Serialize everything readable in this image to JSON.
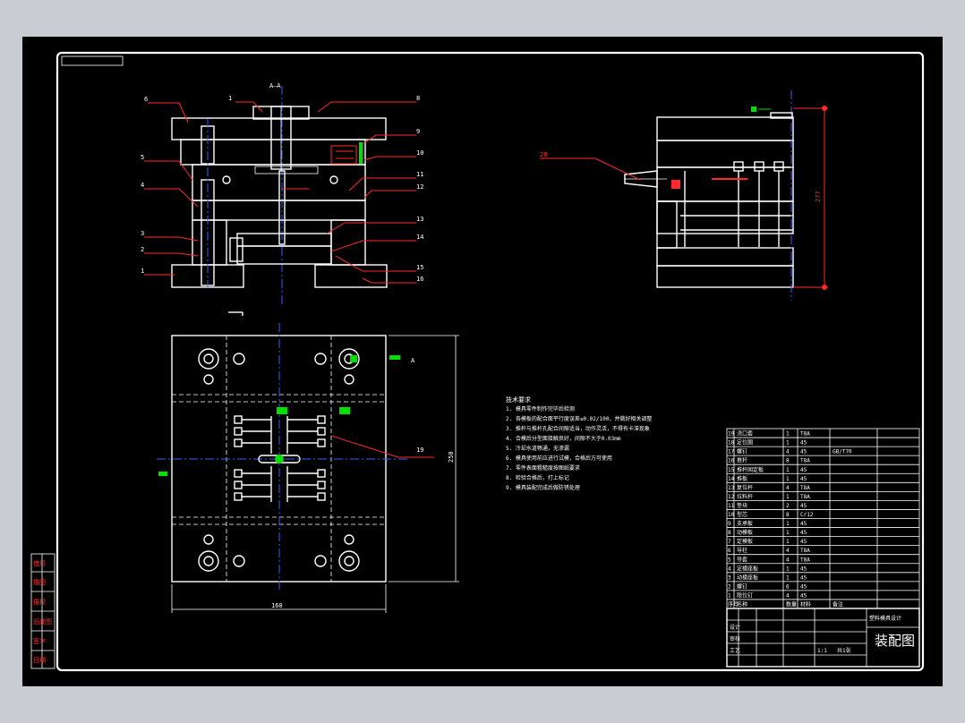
{
  "drawing": {
    "title_text": "装配图",
    "sheet_label": "塑料模具设计",
    "dims": {
      "width": "160",
      "height": "250",
      "right_height": "277"
    },
    "sections": {
      "top": "A—A",
      "plan": "A"
    },
    "hatch_color": "#ffffff",
    "accent_red": "#ff2a2a",
    "accent_green": "#00e000",
    "axis_blue": "#3a5cff"
  },
  "callouts_left": [
    "6",
    "5",
    "4",
    "3",
    "2",
    "1"
  ],
  "callouts_right": [
    "8",
    "9",
    "10",
    "11",
    "12",
    "13",
    "14",
    "15",
    "16"
  ],
  "callout_top": "1",
  "callout_feed": "28",
  "callout_plan": "19",
  "tech": {
    "heading": "技术要求",
    "lines": [
      "1. 模具零件制作完毕后检测",
      "2. 各模板的配合面平行度误差≤0.02/100，并做好相关调整",
      "3. 推杆与推杆孔配合间隙适当，动作灵活，不得有卡滞现象",
      "4. 合模后分型面接触良好，间隙不大于0.03mm",
      "5. 冷却水道畅通，无渗漏",
      "6. 模具使用前应进行试模，合格后方可使用",
      "7. 零件表面粗糙度按图纸要求",
      "8. 检验合格后，打上标记",
      "9. 模具装配完成后做防锈处理"
    ]
  },
  "bom": {
    "rows": [
      {
        "no": "19",
        "name": "浇口套",
        "qty": "1",
        "mat": "T8A",
        "note": ""
      },
      {
        "no": "18",
        "name": "定位圈",
        "qty": "1",
        "mat": "45",
        "note": ""
      },
      {
        "no": "17",
        "name": "螺钉",
        "qty": "4",
        "mat": "45",
        "note": "GB/T70"
      },
      {
        "no": "16",
        "name": "推杆",
        "qty": "8",
        "mat": "T8A",
        "note": ""
      },
      {
        "no": "15",
        "name": "推杆固定板",
        "qty": "1",
        "mat": "45",
        "note": ""
      },
      {
        "no": "14",
        "name": "推板",
        "qty": "1",
        "mat": "45",
        "note": ""
      },
      {
        "no": "13",
        "name": "复位杆",
        "qty": "4",
        "mat": "T8A",
        "note": ""
      },
      {
        "no": "12",
        "name": "拉料杆",
        "qty": "1",
        "mat": "T8A",
        "note": ""
      },
      {
        "no": "11",
        "name": "垫块",
        "qty": "2",
        "mat": "45",
        "note": ""
      },
      {
        "no": "10",
        "name": "型芯",
        "qty": "8",
        "mat": "Cr12",
        "note": ""
      },
      {
        "no": "9",
        "name": "支承板",
        "qty": "1",
        "mat": "45",
        "note": ""
      },
      {
        "no": "8",
        "name": "动模板",
        "qty": "1",
        "mat": "45",
        "note": ""
      },
      {
        "no": "7",
        "name": "定模板",
        "qty": "1",
        "mat": "45",
        "note": ""
      },
      {
        "no": "6",
        "name": "导柱",
        "qty": "4",
        "mat": "T8A",
        "note": ""
      },
      {
        "no": "5",
        "name": "导套",
        "qty": "4",
        "mat": "T8A",
        "note": ""
      },
      {
        "no": "4",
        "name": "定模座板",
        "qty": "1",
        "mat": "45",
        "note": ""
      },
      {
        "no": "3",
        "name": "动模座板",
        "qty": "1",
        "mat": "45",
        "note": ""
      },
      {
        "no": "2",
        "name": "螺钉",
        "qty": "6",
        "mat": "45",
        "note": ""
      },
      {
        "no": "1",
        "name": "限位钉",
        "qty": "4",
        "mat": "45",
        "note": ""
      }
    ],
    "header": {
      "no": "序号",
      "name": "名称",
      "qty": "数量",
      "mat": "材料",
      "note": "备注"
    }
  },
  "title_block": {
    "row1": "设计",
    "row2": "审核",
    "row3": "工艺",
    "scale": "1:1",
    "sheet": "共1张"
  },
  "left_strip": [
    "借用",
    "描图",
    "描校",
    "旧底图",
    "签字",
    "日期"
  ]
}
